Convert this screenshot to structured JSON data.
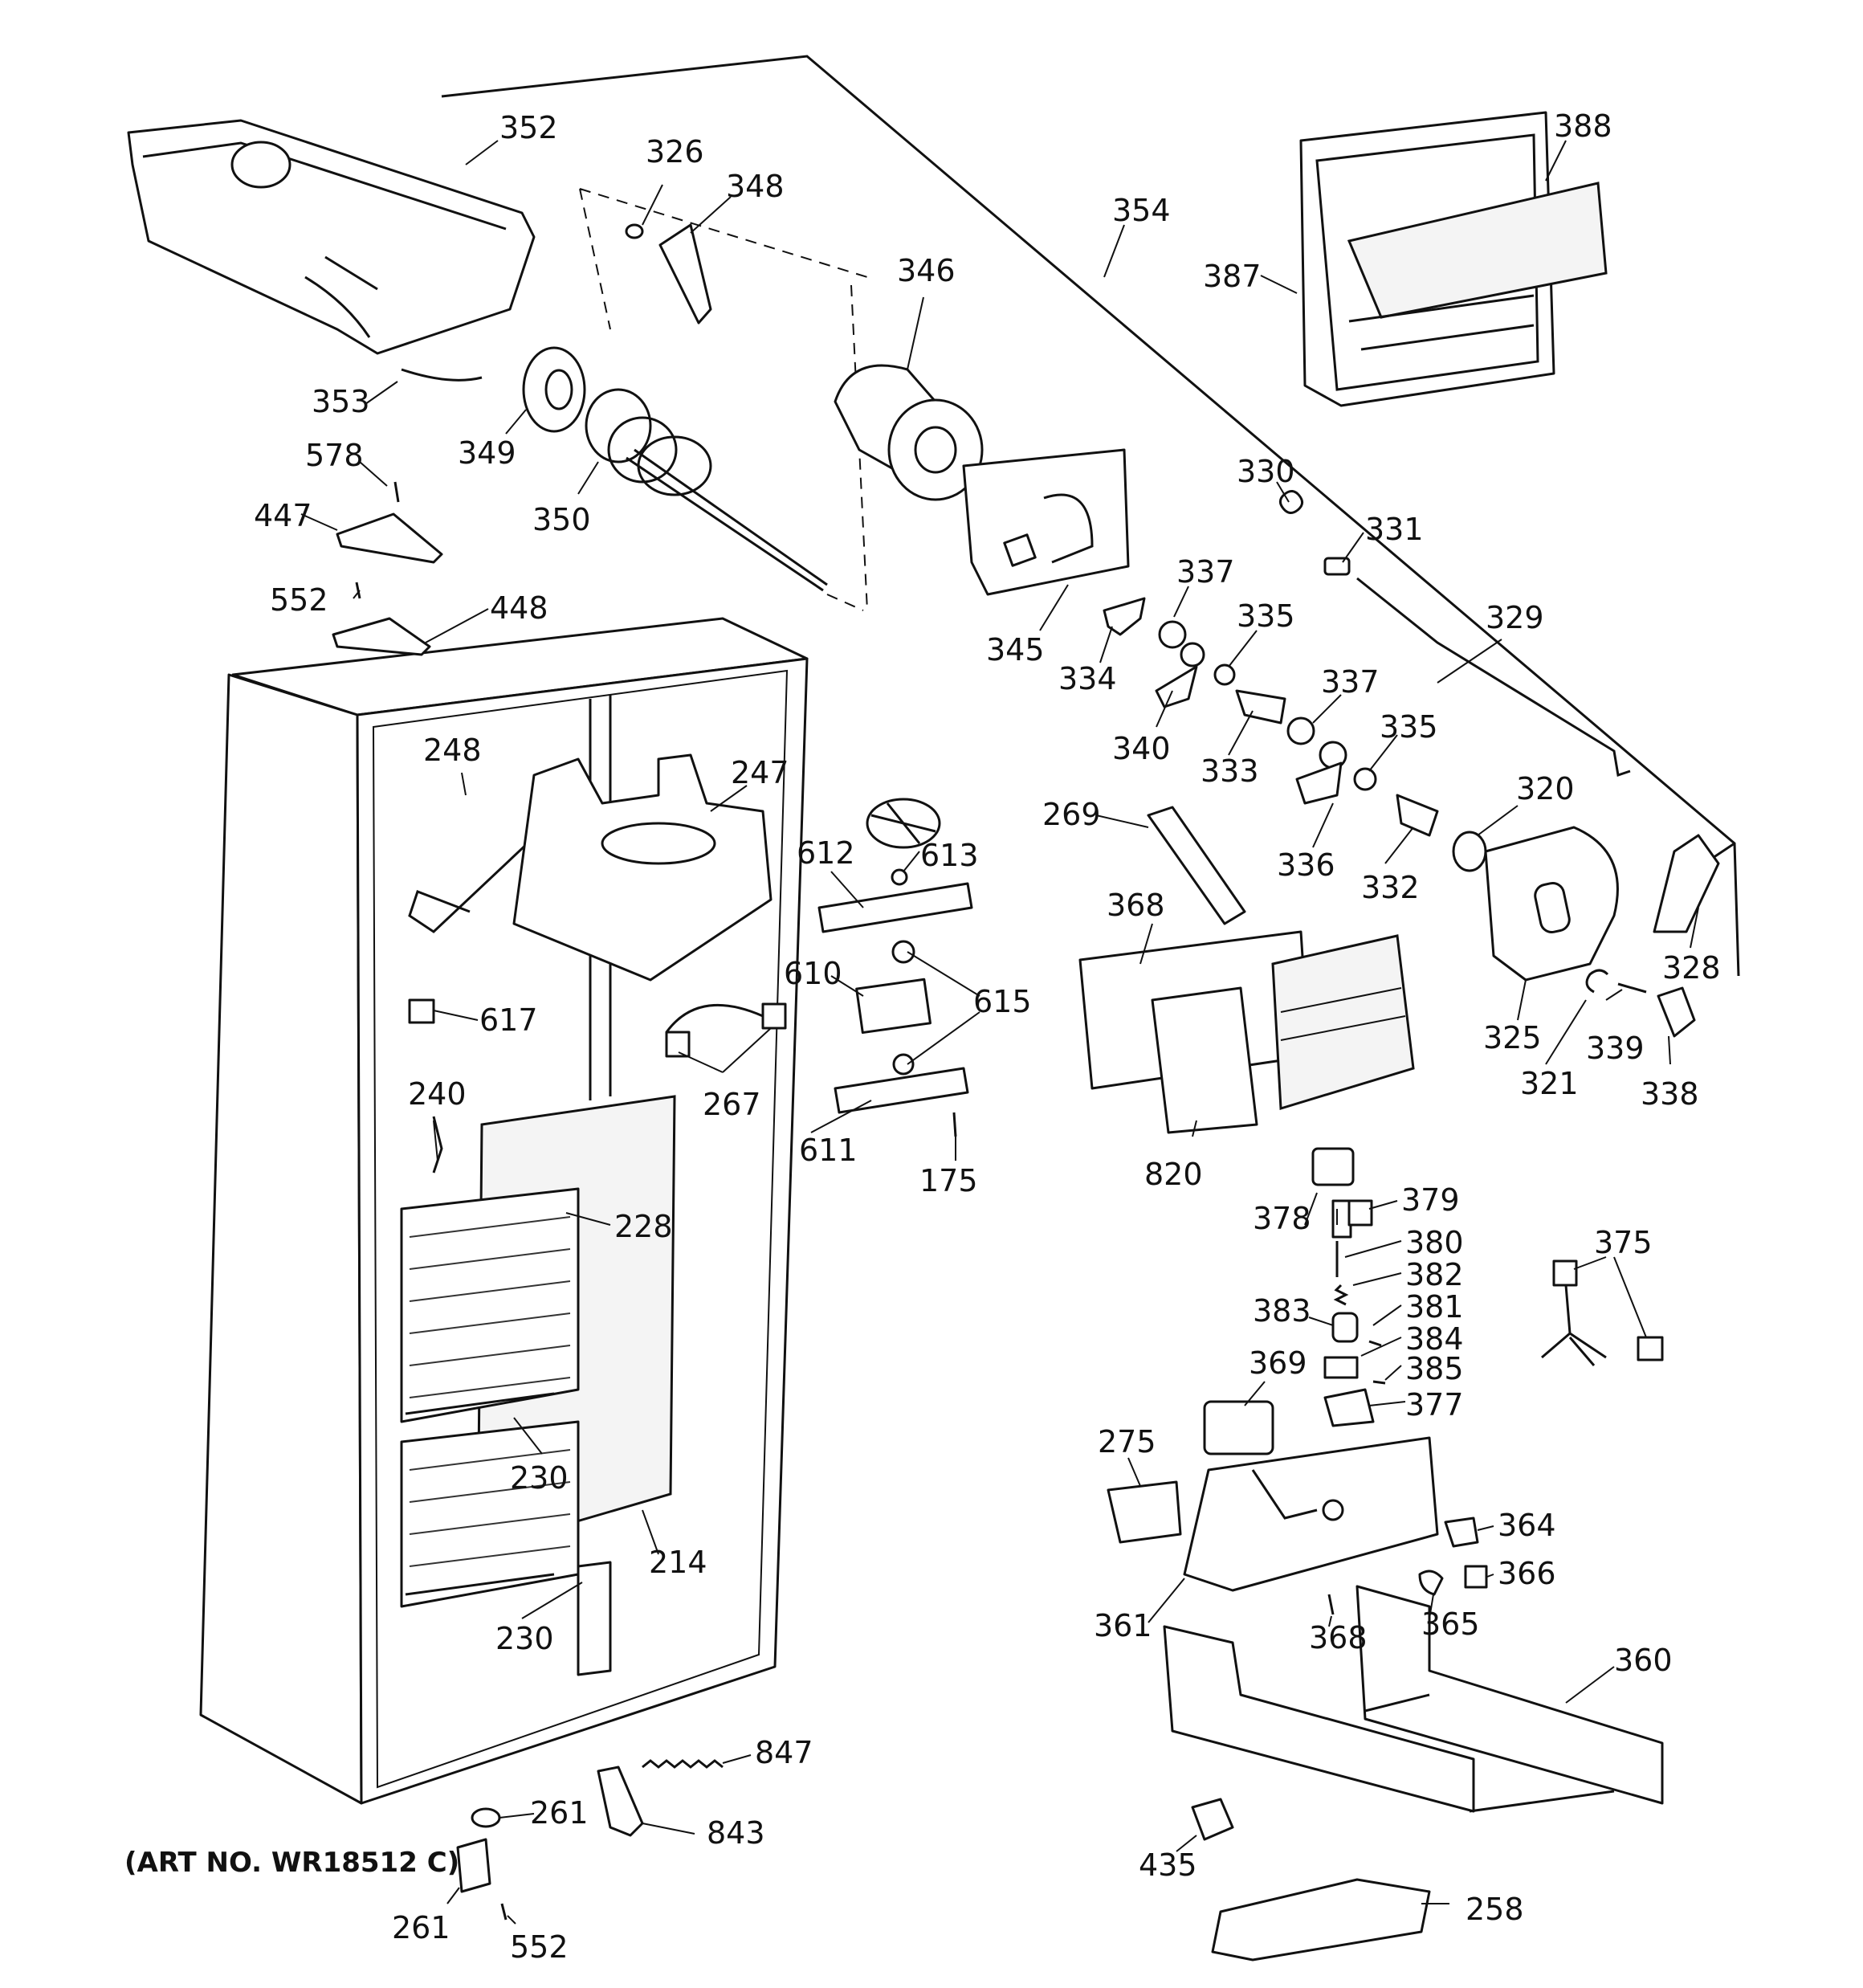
{
  "caption": "(ART NO. WR18512 C)",
  "callouts": [
    {
      "id": "c352",
      "label": "352"
    },
    {
      "id": "c326",
      "label": "326"
    },
    {
      "id": "c348",
      "label": "348"
    },
    {
      "id": "c346",
      "label": "346"
    },
    {
      "id": "c354",
      "label": "354"
    },
    {
      "id": "c388",
      "label": "388"
    },
    {
      "id": "c387",
      "label": "387"
    },
    {
      "id": "c353",
      "label": "353"
    },
    {
      "id": "c349",
      "label": "349"
    },
    {
      "id": "c350",
      "label": "350"
    },
    {
      "id": "c578",
      "label": "578"
    },
    {
      "id": "c447",
      "label": "447"
    },
    {
      "id": "c552a",
      "label": "552"
    },
    {
      "id": "c448",
      "label": "448"
    },
    {
      "id": "c345",
      "label": "345"
    },
    {
      "id": "c330",
      "label": "330"
    },
    {
      "id": "c331",
      "label": "331"
    },
    {
      "id": "c337a",
      "label": "337"
    },
    {
      "id": "c335a",
      "label": "335"
    },
    {
      "id": "c334",
      "label": "334"
    },
    {
      "id": "c329",
      "label": "329"
    },
    {
      "id": "c340",
      "label": "340"
    },
    {
      "id": "c333",
      "label": "333"
    },
    {
      "id": "c337b",
      "label": "337"
    },
    {
      "id": "c335b",
      "label": "335"
    },
    {
      "id": "c248",
      "label": "248"
    },
    {
      "id": "c247",
      "label": "247"
    },
    {
      "id": "c269",
      "label": "269"
    },
    {
      "id": "c320",
      "label": "320"
    },
    {
      "id": "c612",
      "label": "612"
    },
    {
      "id": "c613",
      "label": "613"
    },
    {
      "id": "c336",
      "label": "336"
    },
    {
      "id": "c332",
      "label": "332"
    },
    {
      "id": "c368a",
      "label": "368"
    },
    {
      "id": "c328",
      "label": "328"
    },
    {
      "id": "c610",
      "label": "610"
    },
    {
      "id": "c615",
      "label": "615"
    },
    {
      "id": "c617",
      "label": "617"
    },
    {
      "id": "c325",
      "label": "325"
    },
    {
      "id": "c339",
      "label": "339"
    },
    {
      "id": "c321",
      "label": "321"
    },
    {
      "id": "c338",
      "label": "338"
    },
    {
      "id": "c267",
      "label": "267"
    },
    {
      "id": "c240",
      "label": "240"
    },
    {
      "id": "c611",
      "label": "611"
    },
    {
      "id": "c175",
      "label": "175"
    },
    {
      "id": "c820",
      "label": "820"
    },
    {
      "id": "c228",
      "label": "228"
    },
    {
      "id": "c379",
      "label": "379"
    },
    {
      "id": "c378",
      "label": "378"
    },
    {
      "id": "c375",
      "label": "375"
    },
    {
      "id": "c380",
      "label": "380"
    },
    {
      "id": "c382",
      "label": "382"
    },
    {
      "id": "c381",
      "label": "381"
    },
    {
      "id": "c383",
      "label": "383"
    },
    {
      "id": "c384",
      "label": "384"
    },
    {
      "id": "c369",
      "label": "369"
    },
    {
      "id": "c385",
      "label": "385"
    },
    {
      "id": "c377",
      "label": "377"
    },
    {
      "id": "c230a",
      "label": "230"
    },
    {
      "id": "c275",
      "label": "275"
    },
    {
      "id": "c214",
      "label": "214"
    },
    {
      "id": "c364",
      "label": "364"
    },
    {
      "id": "c366",
      "label": "366"
    },
    {
      "id": "c230b",
      "label": "230"
    },
    {
      "id": "c365",
      "label": "365"
    },
    {
      "id": "c361",
      "label": "361"
    },
    {
      "id": "c368b",
      "label": "368"
    },
    {
      "id": "c360",
      "label": "360"
    },
    {
      "id": "c847",
      "label": "847"
    },
    {
      "id": "c261a",
      "label": "261"
    },
    {
      "id": "c843",
      "label": "843"
    },
    {
      "id": "c435",
      "label": "435"
    },
    {
      "id": "c258",
      "label": "258"
    },
    {
      "id": "c261b",
      "label": "261"
    },
    {
      "id": "c552b",
      "label": "552"
    }
  ]
}
